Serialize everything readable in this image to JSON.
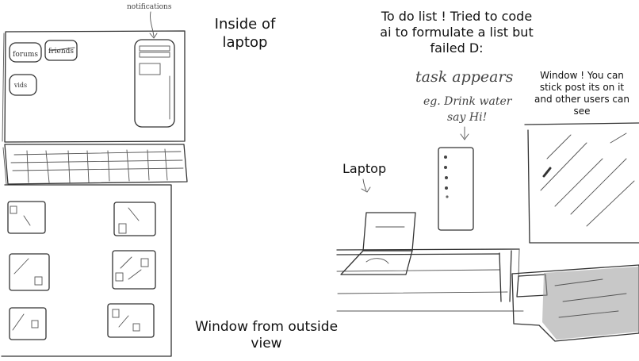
{
  "captions": {
    "inside_laptop": "Inside of laptop",
    "todo": "To do list ! Tried to code ai to formulate a list but failed D:",
    "window_note": "Window ! You can stick post its on it and other users can see",
    "laptop": "Laptop",
    "window_outside": "Window from outside view"
  },
  "handwriting": {
    "notifications": "notifications",
    "task_appears": "task appears",
    "example": "eg. Drink water",
    "say_hi": "say Hi!"
  },
  "laptop_screen": {
    "buttons": [
      "forums",
      "friends",
      "vids"
    ]
  }
}
